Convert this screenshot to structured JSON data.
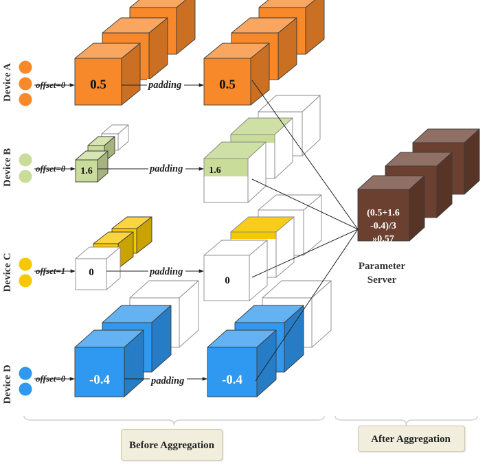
{
  "colors": {
    "device_a": "#f7892b",
    "device_b": "#c9dc9a",
    "device_c": "#f7c700",
    "device_d": "#2f98f0",
    "server": "#6b4030"
  },
  "devices": [
    {
      "label": "Device A",
      "offset": "offset=0",
      "value_before": "0.5",
      "value_after": "0.5",
      "padding": "padding"
    },
    {
      "label": "Device B",
      "offset": "offset=0",
      "value_before": "1.6",
      "value_after": "1.6",
      "padding": "padding"
    },
    {
      "label": "Device C",
      "offset": "offset=1",
      "value_before": "0",
      "value_after": "0",
      "padding": "padding"
    },
    {
      "label": "Device D",
      "offset": "offset=0",
      "value_before": "-0.4",
      "value_after": "-0.4",
      "padding": "padding"
    }
  ],
  "server": {
    "value_lines": [
      "(0.5+1.6",
      "-0.4)/3",
      "»0.57"
    ],
    "label_lines": [
      "Parameter",
      "Server"
    ]
  },
  "phases": {
    "before": "Before Aggregation",
    "after": "After Aggregation"
  }
}
